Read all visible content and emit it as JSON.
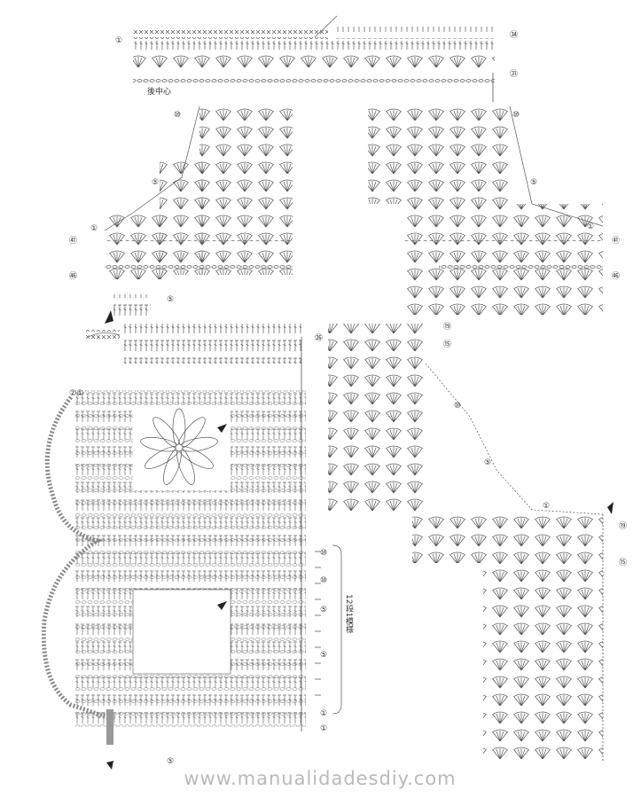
{
  "labels": {
    "row_1": "①",
    "row_5": "⑤",
    "row_10": "⑩",
    "row_15": "⑮",
    "row_19": "⑲",
    "row_21": "㉑",
    "row_26": "㉖",
    "row_31": "㉛",
    "row_34": "㉞",
    "row_41": "㊶",
    "row_46": "㊻",
    "row_2_1": "②①",
    "back_center": "後中心",
    "pattern_note": "12段1模様"
  },
  "watermark": "www.manualidadesdiy.com",
  "colors": {
    "ink": "#555555",
    "edging": "#888888",
    "watermark": "#b9b9b9"
  }
}
